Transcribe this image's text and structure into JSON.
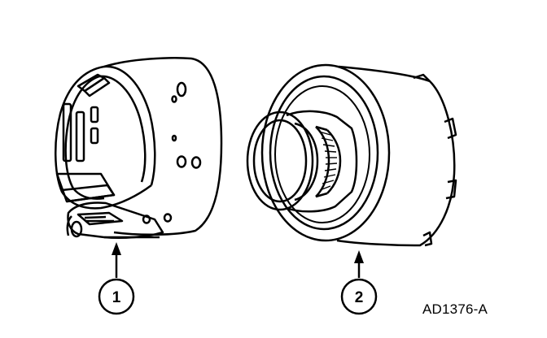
{
  "callouts": [
    {
      "number": "1"
    },
    {
      "number": "2"
    }
  ],
  "figure_id": "AD1376-A",
  "line_color": "#000000",
  "background": "#ffffff"
}
